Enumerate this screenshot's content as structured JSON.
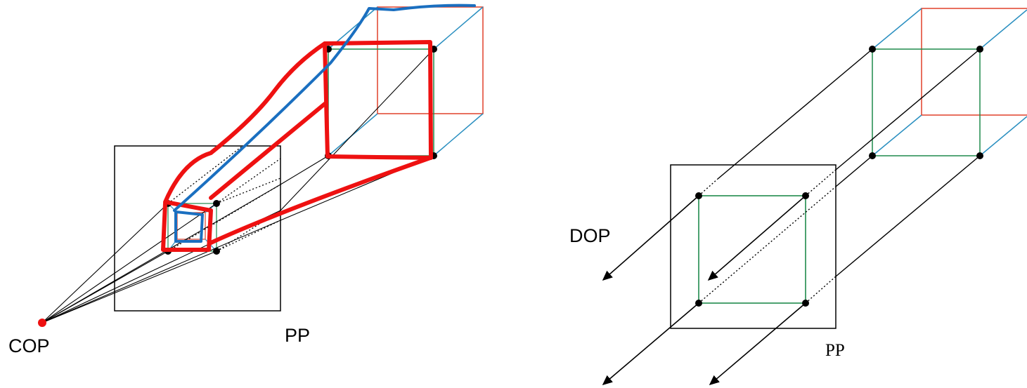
{
  "left_diagram": {
    "cop_label": "COP",
    "pp_label": "PP"
  },
  "right_diagram": {
    "dop_label": "DOP",
    "pp_label": "PP"
  },
  "colors": {
    "front_face": "#1f8a4c",
    "back_face": "#e0402a",
    "edges": "#2a8fc0",
    "annotation_red": "#ee1111",
    "annotation_blue": "#1a6fc0",
    "lines": "#000000"
  }
}
